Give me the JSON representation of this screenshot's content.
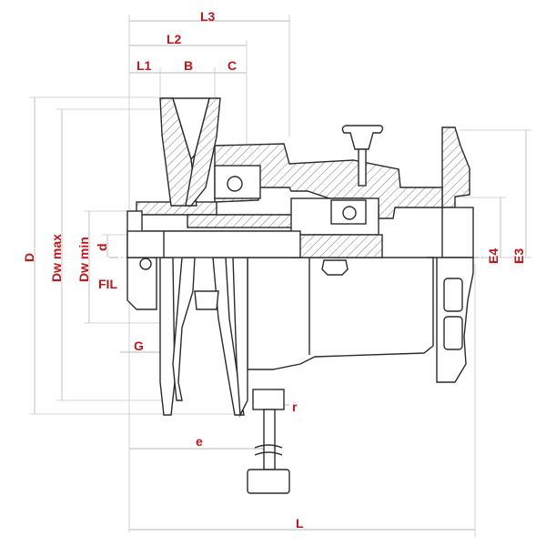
{
  "colors": {
    "label": "#c0151b",
    "line": "#2a2a2a",
    "dimension": "#b9b9b9"
  },
  "labels": {
    "L3": "L3",
    "L2": "L2",
    "L1": "L1",
    "B": "B",
    "C": "C",
    "D": "D",
    "Dw_max": "Dw max",
    "Dw_min": "Dw min",
    "d": "d",
    "FIL": "FIL",
    "G": "G",
    "e": "e",
    "r": "r",
    "L": "L",
    "E4": "E4",
    "E3": "E3"
  }
}
